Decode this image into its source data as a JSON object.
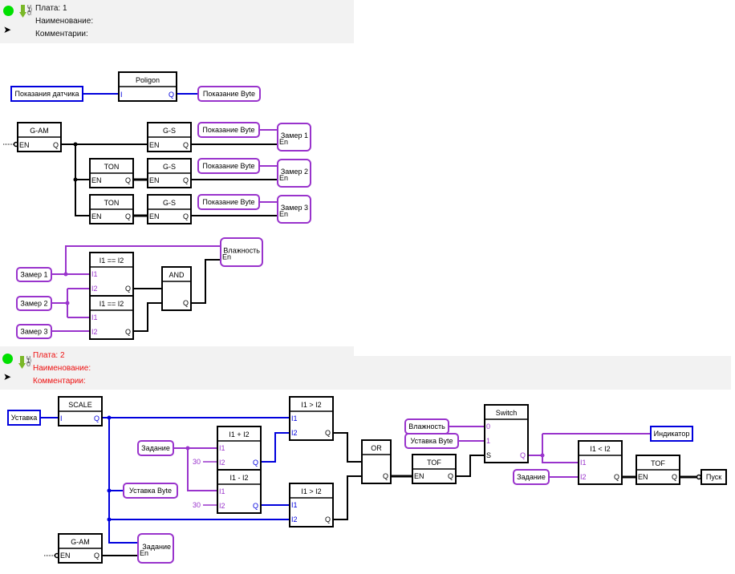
{
  "boards": [
    {
      "plate_label": "Плата: 1",
      "name_label": "Наименование:",
      "comment_label": "Комментарии:",
      "status_color": "#00e000",
      "text_color": "#111111"
    },
    {
      "plate_label": "Плата: 2",
      "name_label": "Наименование:",
      "comment_label": "Комментарии:",
      "status_color": "#00e000",
      "text_color": "#ee1111"
    }
  ],
  "colors": {
    "wire_black": "#000000",
    "wire_blue": "#0000dd",
    "wire_purple": "#9933cc",
    "pin_blue": "#0000dd",
    "pin_purple": "#9933cc"
  },
  "board1": {
    "input_sensor": "Показания датчика",
    "poligon": {
      "title": "Poligon",
      "in": "I",
      "out": "Q"
    },
    "poligon_out": "Показание Byte",
    "gam": {
      "title": "G-AM",
      "in": "EN",
      "out": "Q"
    },
    "gs1": {
      "title": "G-S",
      "in": "EN",
      "out": "Q"
    },
    "ton1": {
      "title": "TON",
      "in": "EN",
      "out": "Q"
    },
    "gs2": {
      "title": "G-S",
      "in": "EN",
      "out": "Q"
    },
    "ton2": {
      "title": "TON",
      "in": "EN",
      "out": "Q"
    },
    "gs3": {
      "title": "G-S",
      "in": "EN",
      "out": "Q"
    },
    "byte1": "Показание Byte",
    "byte2": "Показание Byte",
    "byte3": "Показание Byte",
    "zamer1": {
      "title": "Замер 1",
      "en": "En"
    },
    "zamer2": {
      "title": "Замер 2",
      "en": "En"
    },
    "zamer3": {
      "title": "Замер 3",
      "en": "En"
    },
    "eq1": {
      "title": "I1 == I2",
      "i1": "I1",
      "i2": "I2",
      "out": "Q"
    },
    "eq2": {
      "title": "I1 == I2",
      "i1": "I1",
      "i2": "I2",
      "out": "Q"
    },
    "and": {
      "title": "AND",
      "out": "Q"
    },
    "vlaz": {
      "title": "Влажность",
      "en": "En"
    },
    "var_z1": "Замер 1",
    "var_z2": "Замер 2",
    "var_z3": "Замер 3"
  },
  "board2": {
    "ustavka": "Уставка",
    "scale": {
      "title": "SCALE",
      "in": "I",
      "out": "Q"
    },
    "zadanie_in": "Задание",
    "const1": "30",
    "const2": "30",
    "add": {
      "title": "I1 + I2",
      "i1": "I1",
      "i2": "I2",
      "out": "Q"
    },
    "sub": {
      "title": "I1 - I2",
      "i1": "I1",
      "i2": "I2",
      "out": "Q"
    },
    "gt1": {
      "title": "I1 > I2",
      "i1": "I1",
      "i2": "I2",
      "out": "Q"
    },
    "gt2": {
      "title": "I1 > I2",
      "i1": "I1",
      "i2": "I2",
      "out": "Q"
    },
    "ustavka_byte_out": "Уставка Byte",
    "gam": {
      "title": "G-AM",
      "in": "EN",
      "out": "Q"
    },
    "zadanie_out": {
      "title": "Задание",
      "en": "En"
    },
    "or": {
      "title": "OR",
      "out": "Q"
    },
    "tof1": {
      "title": "TOF",
      "in": "EN",
      "out": "Q"
    },
    "vlaz_in": "Влажность",
    "ustavka_byte_in": "Уставка Byte",
    "switch": {
      "title": "Switch",
      "in0": "0",
      "in1": "1",
      "s": "S",
      "out": "Q"
    },
    "indikator": "Индикатор",
    "lt": {
      "title": "I1 < I2",
      "i1": "I1",
      "i2": "I2",
      "out": "Q"
    },
    "zadanie_lt": "Задание",
    "tof2": {
      "title": "TOF",
      "in": "EN",
      "out": "Q"
    },
    "pusk": "Пуск"
  }
}
